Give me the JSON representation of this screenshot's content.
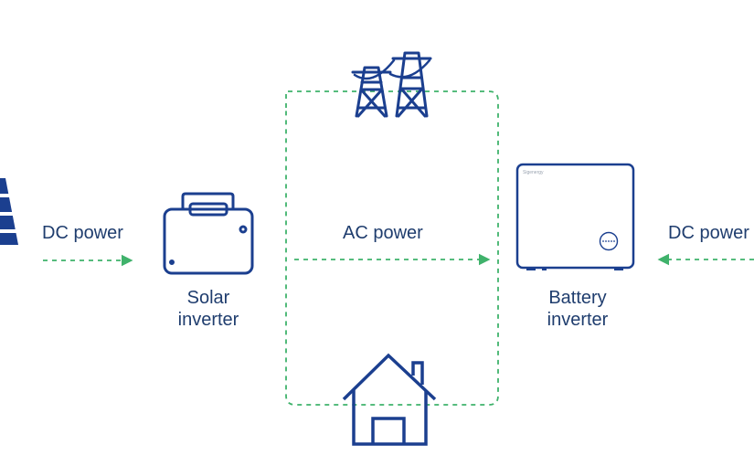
{
  "colors": {
    "primary": "#1f3d6e",
    "icon_blue": "#1b3f8f",
    "flow_green": "#3fb26b",
    "background": "#ffffff"
  },
  "labels": {
    "dc_power_left": "DC power",
    "ac_power": "AC power",
    "dc_power_right": "DC power",
    "solar_inverter_line1": "Solar",
    "solar_inverter_line2": "inverter",
    "battery_inverter_line1": "Battery",
    "battery_inverter_line2": "inverter",
    "battery_brand": "Sigenergy"
  },
  "icons": {
    "solar_panel": "solar-panel-icon",
    "solar_inverter": "solar-inverter-icon",
    "grid": "power-pylon-icon",
    "battery_inverter": "battery-inverter-icon",
    "house": "house-icon"
  }
}
